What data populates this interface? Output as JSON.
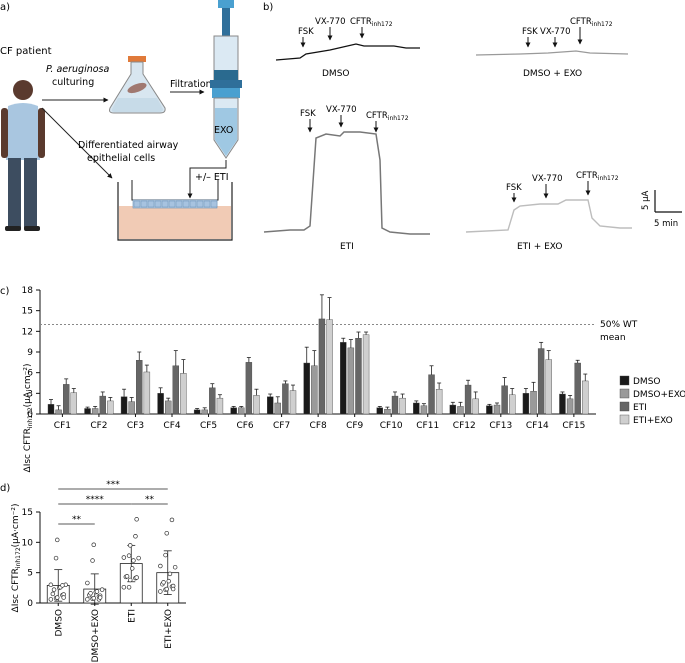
{
  "panel_a": {
    "label": "a)",
    "cf_patient": "CF patient",
    "pa_label": "P. aeruginosa",
    "culturing": "culturing",
    "filtration": "Filtration",
    "exo": "EXO",
    "dae_line1": "Differentiated airway",
    "dae_line2": "epithelial cells",
    "eti": "+/– ETI"
  },
  "panel_b": {
    "label": "b)",
    "fsk": "FSK",
    "vx": "VX-770",
    "cftr": "CFTR",
    "inh": "inh172",
    "traces": [
      "DMSO",
      "DMSO + EXO",
      "ETI",
      "ETI + EXO"
    ],
    "scale_y": "5 µA",
    "scale_x": "5 min"
  },
  "panel_c": {
    "label": "c)",
    "ylabel": "ΔIsc CFTR",
    "ylabel_sub": "inh172",
    "ylabel_unit": "(µA·cm⁻²)",
    "ref_line_l1": "50% WT",
    "ref_line_l2": "mean",
    "colors": {
      "DMSO": "#1a1a1a",
      "DMSO+EXO": "#9a9a9a",
      "ETI": "#666666",
      "ETI+EXO": "#cfcfcf"
    }
  },
  "panel_d": {
    "label": "d)",
    "ylabel": "ΔIsc CFTR",
    "ylabel_sub": "inh172",
    "ylabel_unit": "(µA·cm⁻²)",
    "sig": [
      "**",
      "****",
      "***",
      "**"
    ]
  },
  "chart_data": [
    {
      "type": "bar",
      "panel": "c",
      "ylabel": "ΔIsc CFTRinh172 (µA·cm⁻²)",
      "ylim": [
        0,
        18
      ],
      "yticks": [
        0,
        3,
        6,
        9,
        12,
        15,
        18
      ],
      "reference_line": {
        "value": 13,
        "label": "50% WT mean"
      },
      "legend_position": "right",
      "categories": [
        "CF1",
        "CF2",
        "CF3",
        "CF4",
        "CF5",
        "CF6",
        "CF7",
        "CF8",
        "CF9",
        "CF10",
        "CF11",
        "CF12",
        "CF13",
        "CF14",
        "CF15"
      ],
      "series": [
        {
          "name": "DMSO",
          "values": [
            1.4,
            0.8,
            2.5,
            3.0,
            0.6,
            0.9,
            2.5,
            7.4,
            10.4,
            0.9,
            1.6,
            1.3,
            1.2,
            3.0,
            2.9
          ],
          "errors": [
            0.7,
            0.2,
            1.1,
            0.8,
            0.2,
            0.2,
            0.4,
            2.3,
            0.6,
            0.2,
            0.3,
            0.4,
            0.2,
            0.7,
            0.3
          ]
        },
        {
          "name": "DMSO+EXO",
          "values": [
            0.6,
            0.8,
            1.8,
            1.9,
            0.6,
            0.9,
            1.6,
            7.0,
            9.6,
            0.7,
            1.2,
            1.1,
            1.3,
            3.3,
            2.2
          ],
          "errors": [
            0.6,
            0.3,
            0.6,
            0.4,
            0.3,
            0.2,
            0.9,
            2.2,
            1.2,
            0.3,
            0.3,
            0.6,
            0.3,
            1.3,
            0.5
          ]
        },
        {
          "name": "ETI",
          "values": [
            4.3,
            2.6,
            7.8,
            7.0,
            3.8,
            7.5,
            4.4,
            13.8,
            11.0,
            2.6,
            5.7,
            4.2,
            4.1,
            9.5,
            7.4
          ],
          "errors": [
            0.8,
            0.6,
            1.2,
            2.2,
            0.6,
            0.7,
            0.4,
            3.5,
            0.9,
            0.6,
            1.3,
            0.7,
            1.2,
            0.9,
            0.4
          ]
        },
        {
          "name": "ETI+EXO",
          "values": [
            3.1,
            1.9,
            6.1,
            5.9,
            2.3,
            2.7,
            3.4,
            13.7,
            11.5,
            2.3,
            3.6,
            2.2,
            2.8,
            7.9,
            4.8
          ],
          "errors": [
            0.6,
            0.5,
            1.0,
            2.0,
            0.5,
            0.9,
            0.8,
            3.2,
            0.4,
            0.6,
            0.9,
            1.0,
            0.9,
            1.3,
            1.0
          ]
        }
      ]
    },
    {
      "type": "bar",
      "panel": "d",
      "ylabel": "ΔIsc CFTRinh172 (µA·cm⁻²)",
      "ylim": [
        0,
        15
      ],
      "yticks": [
        0,
        5,
        10,
        15
      ],
      "categories": [
        "DMSO",
        "DMSO+EXO",
        "ETI",
        "ETI+EXO"
      ],
      "values": [
        2.9,
        2.3,
        6.5,
        5.0
      ],
      "errors": [
        2.6,
        2.5,
        3.0,
        3.6
      ],
      "points": [
        [
          0.6,
          0.8,
          0.9,
          1.3,
          1.4,
          1.5,
          2.2,
          2.5,
          2.6,
          3.0,
          3.0,
          7.4,
          10.4,
          2.9,
          0.9
        ],
        [
          0.6,
          0.7,
          0.8,
          1.1,
          1.2,
          1.3,
          1.6,
          1.8,
          1.9,
          2.2,
          3.3,
          7.0,
          9.6,
          0.6,
          0.9
        ],
        [
          2.6,
          2.6,
          3.8,
          4.1,
          4.2,
          4.3,
          4.4,
          5.7,
          7.0,
          7.4,
          7.5,
          7.8,
          9.5,
          11.0,
          13.8
        ],
        [
          1.9,
          2.2,
          2.3,
          2.7,
          2.8,
          3.1,
          3.4,
          3.6,
          4.8,
          5.9,
          6.1,
          7.9,
          11.5,
          13.7,
          2.3
        ]
      ],
      "significance": [
        {
          "from": "DMSO",
          "to": "DMSO+EXO",
          "label": "**"
        },
        {
          "from": "DMSO",
          "to": "ETI",
          "label": "****"
        },
        {
          "from": "DMSO",
          "to": "ETI+EXO",
          "label": "***"
        },
        {
          "from": "ETI",
          "to": "ETI+EXO",
          "label": "**"
        }
      ]
    }
  ]
}
